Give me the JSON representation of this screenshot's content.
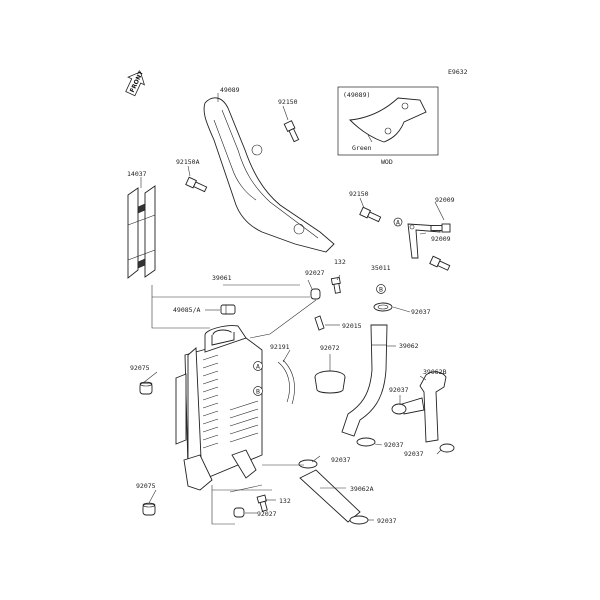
{
  "diagram": {
    "ref_code": "E9632",
    "front_label": "FRONT",
    "inset": {
      "ref": "(49089)",
      "color": "Green",
      "model": "WOD"
    },
    "callout_a": "A",
    "callout_b": "B",
    "parts": {
      "p49089": "49089",
      "p92150_top": "92150",
      "p14037": "14037",
      "p92150a": "92150A",
      "p92150_mid": "92150",
      "p92009_top": "92009",
      "p92009_bot": "92009",
      "p39061": "39061",
      "p92027_top": "92027",
      "p132_top": "132",
      "p35011": "35011",
      "p49085a": "49085/A",
      "p92037_1": "92037",
      "p92015": "92015",
      "p39062": "39062",
      "p92191": "92191",
      "p92072": "92072",
      "p92075_top": "92075",
      "p39062b": "39062B",
      "p92037_2": "92037",
      "p92037_3": "92037",
      "p92037_4": "92037",
      "p92037_5": "92037",
      "p39062a": "39062A",
      "p92075_bot": "92075",
      "p132_bot": "132",
      "p92027_bot": "92027",
      "p92037_6": "92037"
    }
  }
}
